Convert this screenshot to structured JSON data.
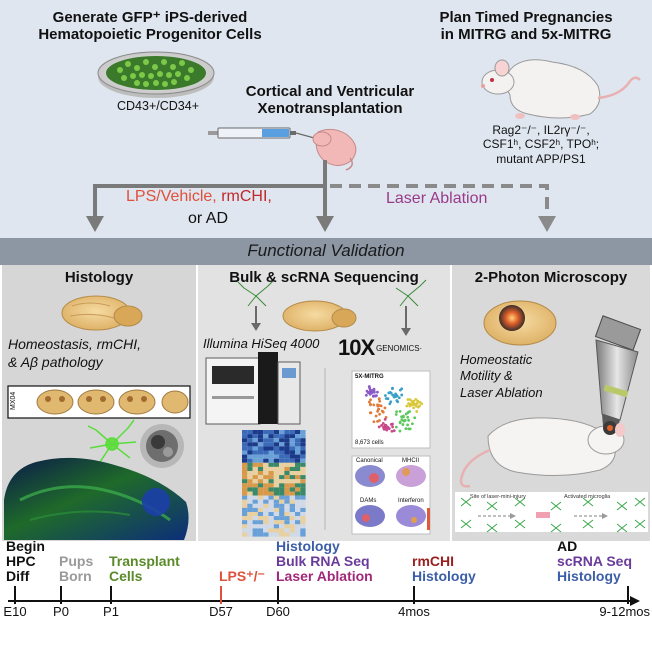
{
  "top": {
    "step1": [
      "Generate GFP⁺ iPS-derived",
      "Hematopoietic Progenitor Cells"
    ],
    "marker": "CD43+/CD34+",
    "step2": [
      "Plan Timed Pregnancies",
      "in MITRG and 5x-MITRG"
    ],
    "mouse_genotype": [
      "Rag2⁻/⁻, IL2rγ⁻/⁻,",
      "CSF1ʰ, CSF2ʰ, TPOʰ;",
      "mutant APP/PS1"
    ],
    "step3": [
      "Cortical and Ventricular",
      "Xenotransplantation"
    ],
    "treatments": {
      "lps": "LPS/Vehicle,",
      "rmchi": "rmCHI,",
      "or": "or AD"
    },
    "laser": "Laser Ablation"
  },
  "banner": "Functional Validation",
  "panels": {
    "histology": {
      "title": "Histology",
      "subtitle": [
        "Homeostasis, rmCHI,",
        "& Aβ pathology"
      ],
      "stain_label": "MX04"
    },
    "sequencing": {
      "title": "Bulk & scRNA Sequencing",
      "platform": "Illumina HiSeq 4000",
      "tenx_logo": "10X",
      "tenx_text": "GENOMICS·",
      "tsne_title": "5X-MITRG",
      "tsne_cells": "8,673 cells",
      "subplots": [
        "Canonical",
        "MHCII",
        "DAMs",
        "Interferon"
      ]
    },
    "twophoton": {
      "title": "2-Photon Microscopy",
      "subtitle": [
        "Homeostatic",
        "Motility &",
        "Laser Ablation"
      ],
      "schematic": [
        "Site of laser-mini-injury",
        "Activated microglia"
      ]
    }
  },
  "timeline": {
    "ticks": [
      {
        "label": "E10",
        "above": [
          "Begin",
          "HPC",
          "Diff"
        ],
        "colors": [
          "#111111"
        ]
      },
      {
        "label": "P0",
        "above": [
          "Pups",
          "Born"
        ],
        "colors": [
          "#9a9a9a"
        ]
      },
      {
        "label": "P1",
        "above": [
          "Transplant",
          "Cells"
        ],
        "colors": [
          "#5a8a2a"
        ]
      },
      {
        "label": "D57",
        "above": [
          "LPS⁺/⁻"
        ],
        "colors": [
          "#e0503a"
        ]
      },
      {
        "label": "D60",
        "above": [
          "Histology",
          "Bulk RNA Seq",
          "Laser Ablation"
        ],
        "colors": [
          "#3b5ea8",
          "#6a3b9a",
          "#a0287a"
        ]
      },
      {
        "label": "4mos",
        "above": [
          "rmCHI",
          "Histology"
        ],
        "colors": [
          "#9a2020",
          "#3b5ea8"
        ]
      },
      {
        "label": "9-12mos",
        "above": [
          "AD",
          "scRNA Seq",
          "Histology"
        ],
        "colors": [
          "#111111",
          "#6a3b9a",
          "#3b5ea8"
        ]
      }
    ]
  },
  "colors": {
    "top_bg": "#dfe6ef",
    "banner_bg": "#8d97a4",
    "panel_bg": "#d6d6d6",
    "lps": "#e0503a",
    "rmchi": "#c0282a",
    "laser": "#9a3a8a",
    "arrow": "#7a7a7a"
  }
}
